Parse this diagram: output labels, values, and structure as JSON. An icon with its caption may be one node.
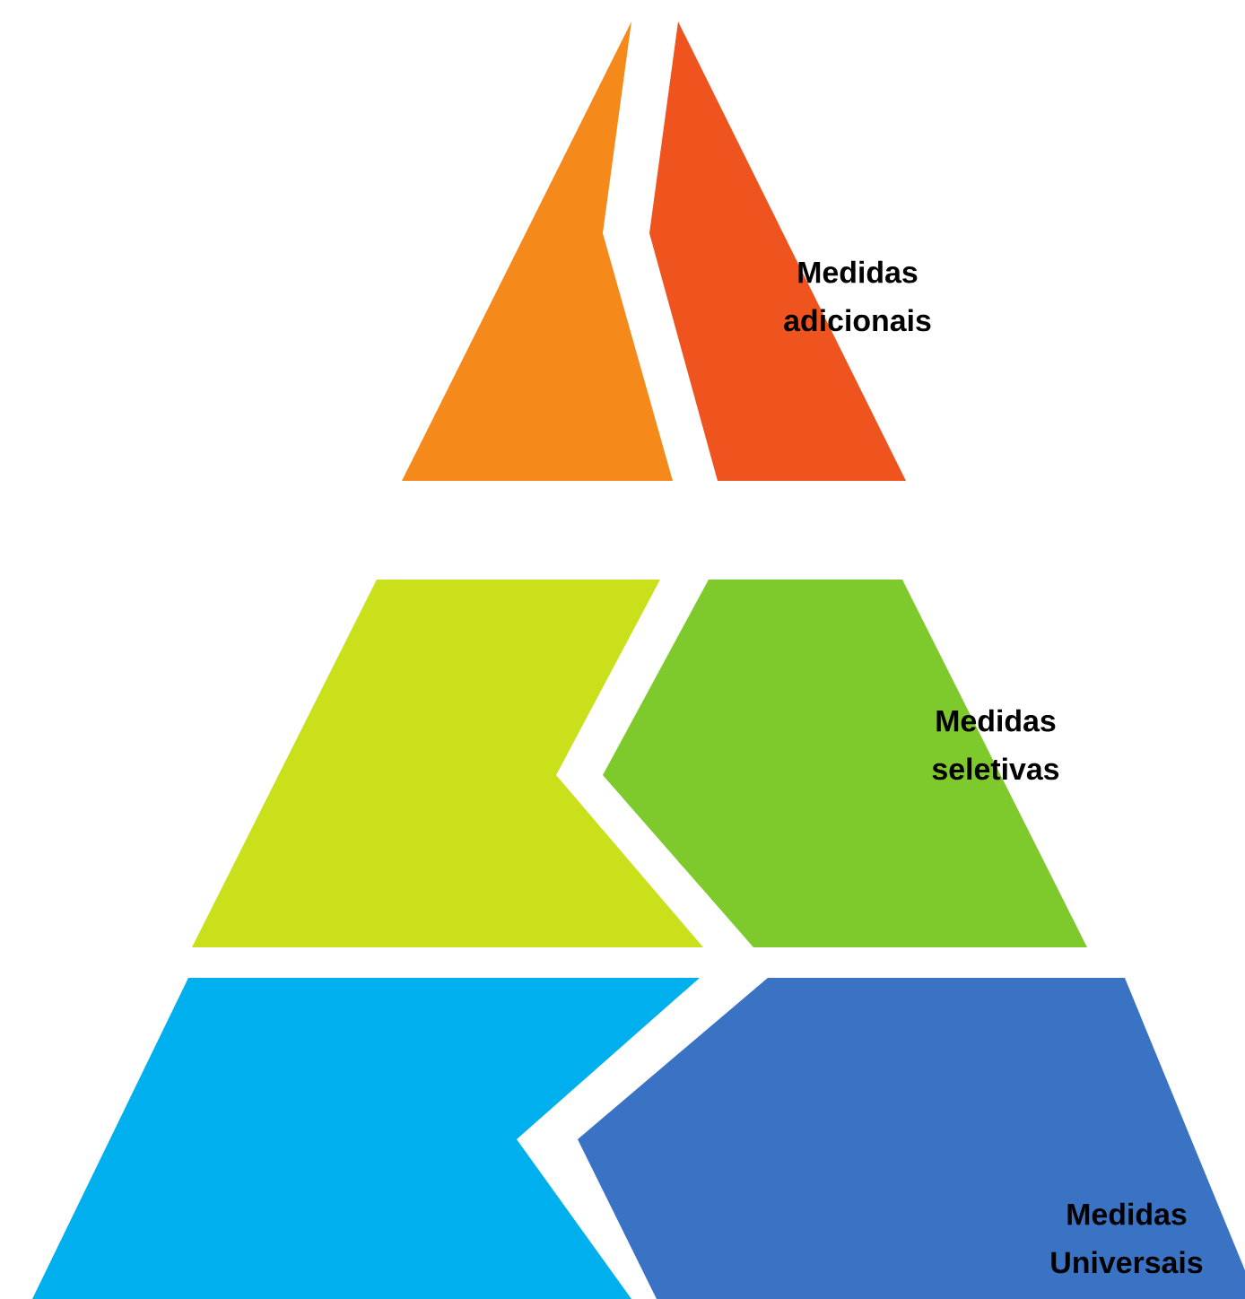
{
  "diagram": {
    "nodes": [
      {
        "text": [],
        "shape": "trapezoid"
      },
      {
        "text": [
          "Medidas adicionais"
        ]
      },
      {
        "text": [],
        "shape": "trapezoid"
      },
      {
        "text": [
          "Medidas seletivas"
        ]
      },
      {
        "text": [],
        "shape": "trapezoid"
      },
      {
        "text": [
          "Medidas Universais"
        ]
      }
    ]
  }
}
